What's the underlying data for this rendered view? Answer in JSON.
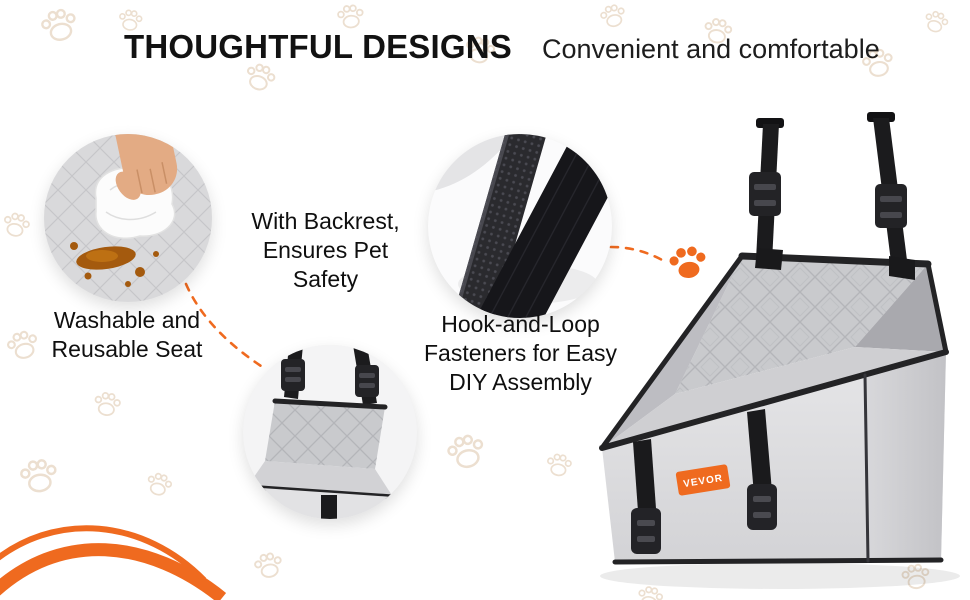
{
  "header": {
    "title": "THOUGHTFUL DESIGNS",
    "subtitle": "Convenient and comfortable"
  },
  "features": {
    "washable": {
      "caption": "Washable and\nReusable Seat"
    },
    "backrest": {
      "caption": "With Backrest,\nEnsures Pet\nSafety"
    },
    "velcro": {
      "caption": "Hook-and-Loop\nFasteners for Easy\nDIY Assembly"
    }
  },
  "product": {
    "brand_label": "VEVOR"
  },
  "icons": {
    "paw_badge": "paw-print-icon",
    "background_watermark": "paw-print-outline-pattern"
  },
  "colors": {
    "accent_orange": "#EF6A1F",
    "heading_black": "#121212",
    "seat_gray": "#C9CACD",
    "strap_black": "#1B1B1D",
    "spill_brown": "#A45A0E"
  }
}
